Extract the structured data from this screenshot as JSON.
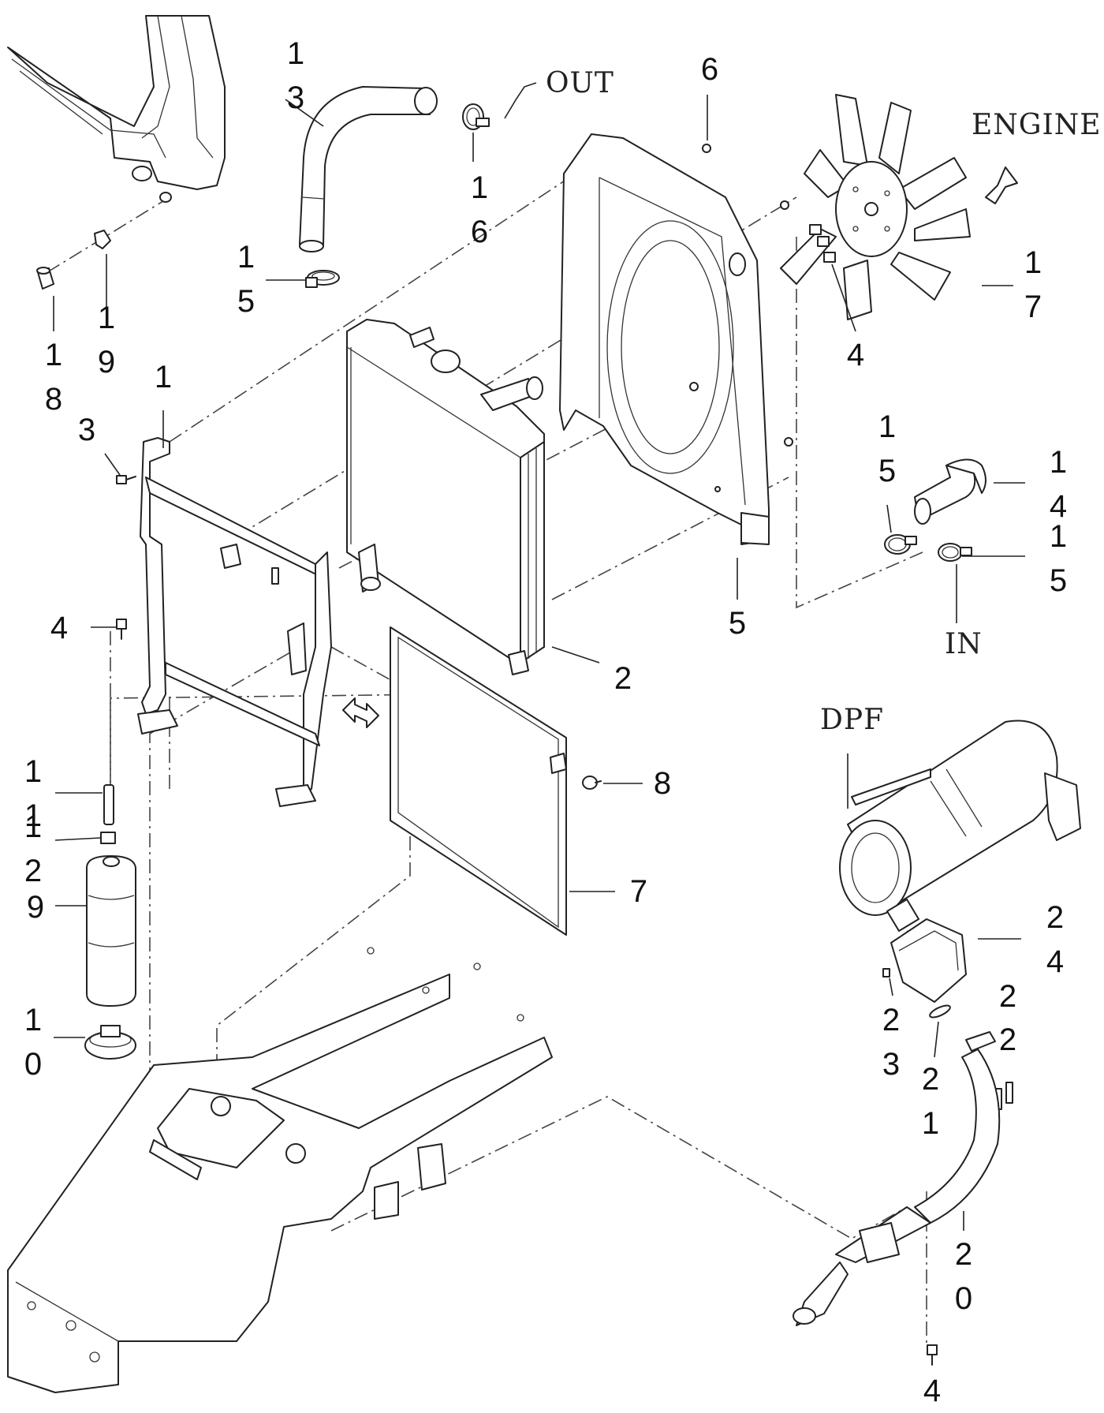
{
  "labels": [
    {
      "id": "p13",
      "text": "1\n3"
    },
    {
      "id": "p16",
      "text": "1\n6"
    },
    {
      "id": "p6",
      "text": "6"
    },
    {
      "id": "p15a",
      "text": "1\n5"
    },
    {
      "id": "p19",
      "text": "1\n9"
    },
    {
      "id": "p18",
      "text": "1\n8"
    },
    {
      "id": "p17",
      "text": "1\n7"
    },
    {
      "id": "p4a",
      "text": "4"
    },
    {
      "id": "p1",
      "text": "1"
    },
    {
      "id": "p3",
      "text": "3"
    },
    {
      "id": "p15b",
      "text": "1\n5"
    },
    {
      "id": "p14",
      "text": "1\n4"
    },
    {
      "id": "p15c",
      "text": "1\n5"
    },
    {
      "id": "p4b",
      "text": "4"
    },
    {
      "id": "p5",
      "text": "5"
    },
    {
      "id": "p2",
      "text": "2"
    },
    {
      "id": "p11",
      "text": "1\n1"
    },
    {
      "id": "p12",
      "text": "1\n2"
    },
    {
      "id": "p9",
      "text": "9"
    },
    {
      "id": "p8",
      "text": "8"
    },
    {
      "id": "p7",
      "text": "7"
    },
    {
      "id": "p10",
      "text": "1\n0"
    },
    {
      "id": "p24",
      "text": "2\n4"
    },
    {
      "id": "p23",
      "text": "2\n3"
    },
    {
      "id": "p22a",
      "text": "2"
    },
    {
      "id": "p22b",
      "text": "2"
    },
    {
      "id": "p21",
      "text": "2\n1"
    },
    {
      "id": "p20",
      "text": "2\n0"
    },
    {
      "id": "p4c",
      "text": "4"
    }
  ],
  "tags": {
    "out": "OUT",
    "engine": "ENGINE",
    "in": "IN",
    "dpf": "DPF"
  }
}
